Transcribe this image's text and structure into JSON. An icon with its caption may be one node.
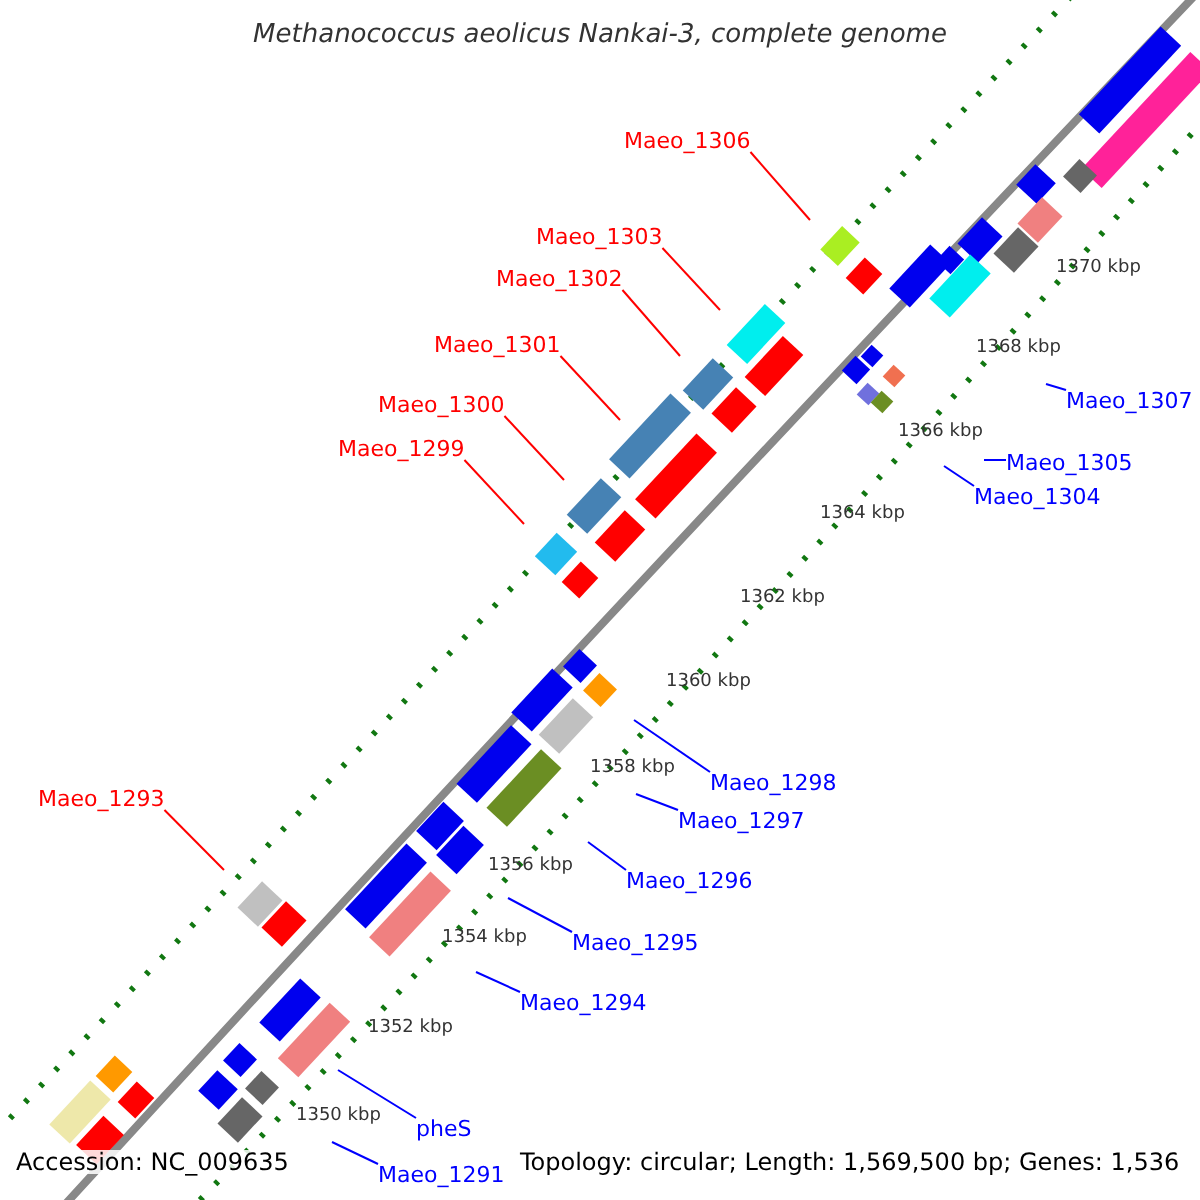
{
  "diagram": {
    "title": "Methanococcus aeolicus Nankai-3, complete genome",
    "nodes": [
      {
        "text": [
          "Maeo_1306"
        ]
      },
      {
        "text": [
          "Maeo_1303"
        ]
      },
      {
        "text": [
          "Maeo_1302"
        ]
      },
      {
        "text": [
          "Maeo_1301"
        ]
      },
      {
        "text": [
          "Maeo_1307"
        ]
      },
      {
        "text": [
          "Maeo_1300"
        ]
      },
      {
        "text": [
          "Maeo_1299"
        ]
      },
      {
        "text": [
          "Maeo_1305"
        ]
      },
      {
        "text": [
          "Maeo_1304"
        ]
      },
      {
        "text": [
          "Maeo_1298"
        ]
      },
      {
        "text": [
          "Maeo_1293"
        ]
      },
      {
        "text": [
          "Maeo_1297"
        ]
      },
      {
        "text": [
          "Maeo_1296"
        ]
      },
      {
        "text": [
          "Maeo_1295"
        ]
      },
      {
        "text": [
          "Maeo_1294"
        ]
      },
      {
        "text": [
          "pheS"
        ]
      },
      {
        "text": [
          "Maeo_1291"
        ]
      }
    ],
    "edges": [
      {
        "from": 0,
        "to": null,
        "arrow": "none",
        "color": "#ff0000"
      },
      {
        "from": 1,
        "to": null,
        "arrow": "none",
        "color": "#ff0000"
      },
      {
        "from": 2,
        "to": null,
        "arrow": "none",
        "color": "#ff0000"
      },
      {
        "from": 3,
        "to": null,
        "arrow": "none",
        "color": "#ff0000"
      },
      {
        "from": 4,
        "to": null,
        "arrow": "none"
      },
      {
        "from": 5,
        "to": null,
        "arrow": "none",
        "color": "#ff0000"
      },
      {
        "from": 6,
        "to": null,
        "arrow": "none",
        "color": "#ff0000"
      },
      {
        "from": 7,
        "to": null,
        "arrow": "none"
      },
      {
        "from": 8,
        "to": null,
        "arrow": "none"
      },
      {
        "from": 9,
        "to": null,
        "arrow": "none"
      },
      {
        "from": 10,
        "to": null,
        "arrow": "none",
        "color": "#ff0000"
      },
      {
        "from": 11,
        "to": null,
        "arrow": "none"
      },
      {
        "from": 12,
        "to": null,
        "arrow": "none"
      },
      {
        "from": 13,
        "to": null,
        "arrow": "none"
      },
      {
        "from": 14,
        "to": null,
        "arrow": "none"
      },
      {
        "from": 15,
        "to": null,
        "arrow": "none"
      },
      {
        "from": 16,
        "to": null,
        "arrow": "none"
      }
    ],
    "labels": [
      "1370 kbp",
      "1368 kbp",
      "1366 kbp",
      "1364 kbp",
      "1362 kbp",
      "1360 kbp",
      "1358 kbp",
      "1356 kbp",
      "1354 kbp",
      "1352 kbp",
      "1350 kbp",
      "Accession: NC_009635",
      "Topology: circular; Length: 1,569,500 bp; Genes: 1,536"
    ]
  }
}
